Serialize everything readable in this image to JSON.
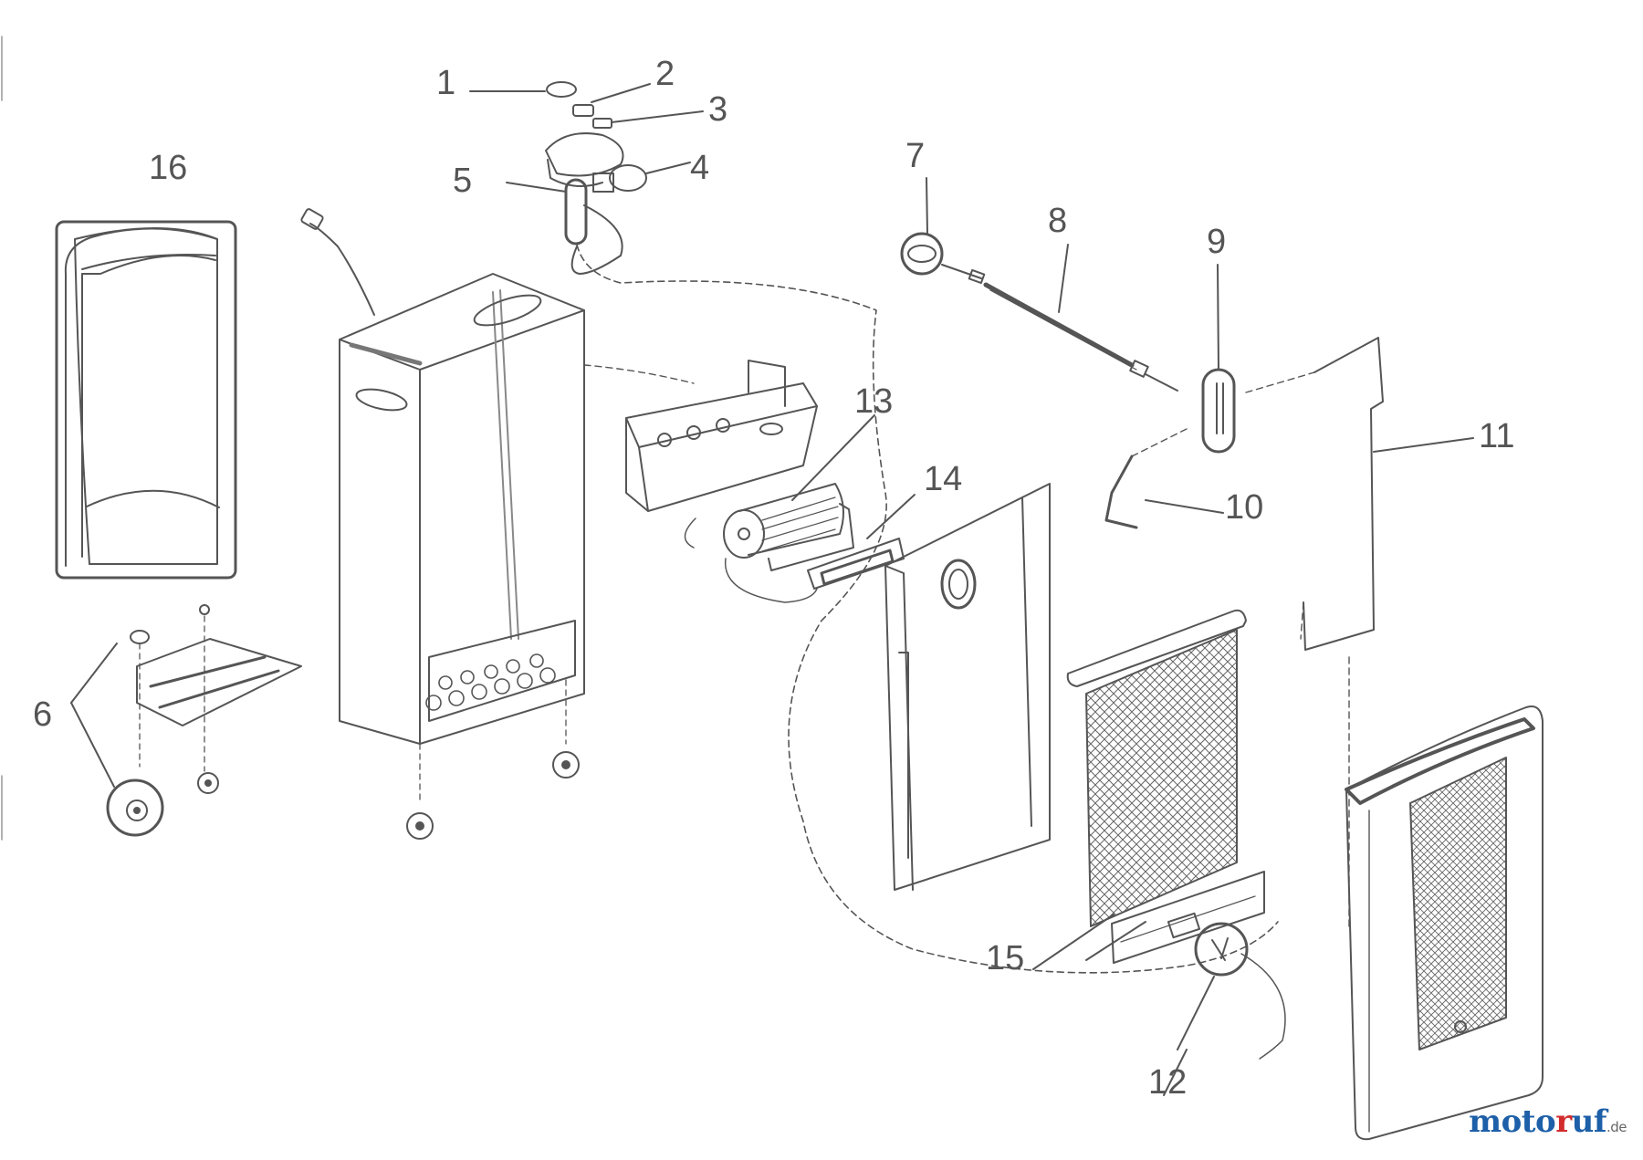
{
  "diagram": {
    "labels": [
      "1",
      "2",
      "3",
      "4",
      "5",
      "6",
      "7",
      "8",
      "9",
      "10",
      "11",
      "12",
      "13",
      "14",
      "15",
      "16"
    ]
  },
  "brand": {
    "prefix": "moto",
    "accent": "r",
    "suffix": "uf",
    "tld": ".de",
    "colors": {
      "prefix": "#1d5fa8",
      "accent": "#d12b2b",
      "suffix": "#1d5fa8"
    }
  }
}
